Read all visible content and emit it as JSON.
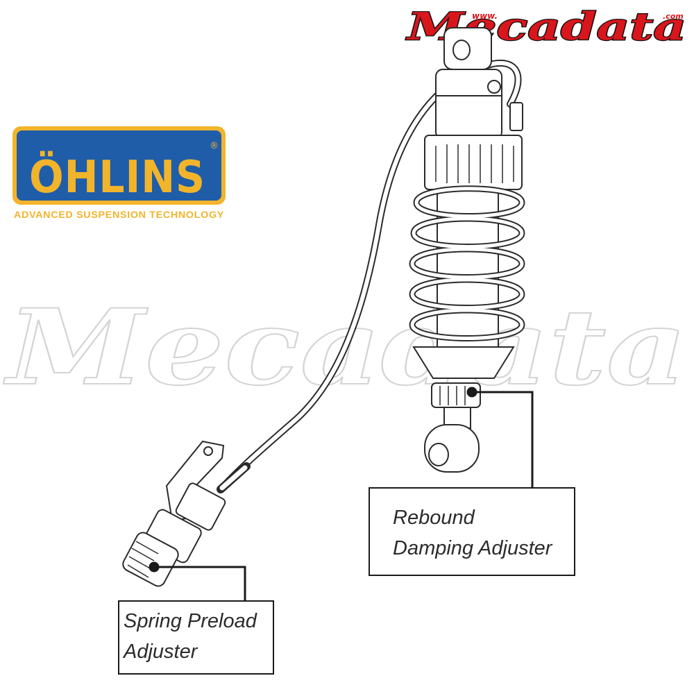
{
  "logos": {
    "ohlins": {
      "wordmark": "ÖHLINS",
      "registered": "®",
      "tagline": "ADVANCED SUSPENSION TECHNOLOGY",
      "colors": {
        "field": "#1f5da8",
        "gold": "#f2b42b"
      }
    },
    "mecadata": {
      "wordmark": "Mecadata",
      "prefix": "www.",
      "suffix": ".com",
      "colors": {
        "red": "#d9161c",
        "outline": "#111111"
      }
    },
    "watermark": {
      "text": "Mecadata",
      "color": "#e6e6e6"
    }
  },
  "callouts": {
    "rebound": {
      "lines": [
        "Rebound",
        "Damping Adjuster"
      ]
    },
    "preload": {
      "lines": [
        "Spring Preload",
        "Adjuster"
      ]
    }
  },
  "colors": {
    "line": "#1a1a1a",
    "drawing": "#2a2a2a",
    "text": "#2b2b2b"
  }
}
